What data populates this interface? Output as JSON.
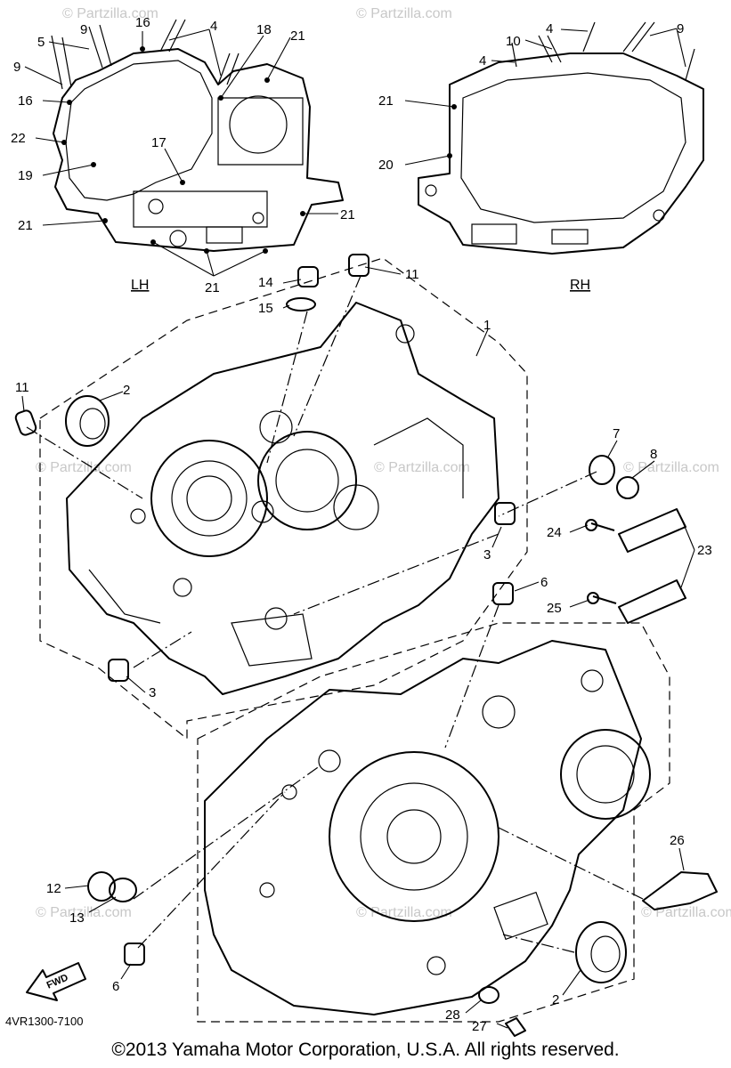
{
  "watermark": "© Partzilla.com",
  "side_labels": {
    "lh": "LH",
    "rh": "RH"
  },
  "callouts": {
    "lh_16a": "16",
    "lh_9a": "9",
    "lh_5": "5",
    "lh_9b": "9",
    "lh_16b": "16",
    "lh_4": "4",
    "lh_18": "18",
    "lh_21a": "21",
    "lh_22": "22",
    "lh_17": "17",
    "lh_19": "19",
    "lh_21b": "21",
    "lh_21c": "21",
    "lh_21d": "21",
    "rh_4a": "4",
    "rh_10": "10",
    "rh_4b": "4",
    "rh_9": "9",
    "rh_21": "21",
    "rh_20": "20",
    "p14": "14",
    "p15": "15",
    "p11a": "11",
    "p1": "1",
    "p11b": "11",
    "p2a": "2",
    "p7": "7",
    "p8": "8",
    "p24": "24",
    "p23": "23",
    "p3a": "3",
    "p6a": "6",
    "p25": "25",
    "p3b": "3",
    "p26": "26",
    "p12": "12",
    "p13": "13",
    "p6b": "6",
    "p2b": "2",
    "p28": "28",
    "p27": "27"
  },
  "fwd_label": "FWD",
  "diagram_code": "4VR1300-7100",
  "copyright": "©2013 Yamaha Motor Corporation, U.S.A. All rights reserved."
}
